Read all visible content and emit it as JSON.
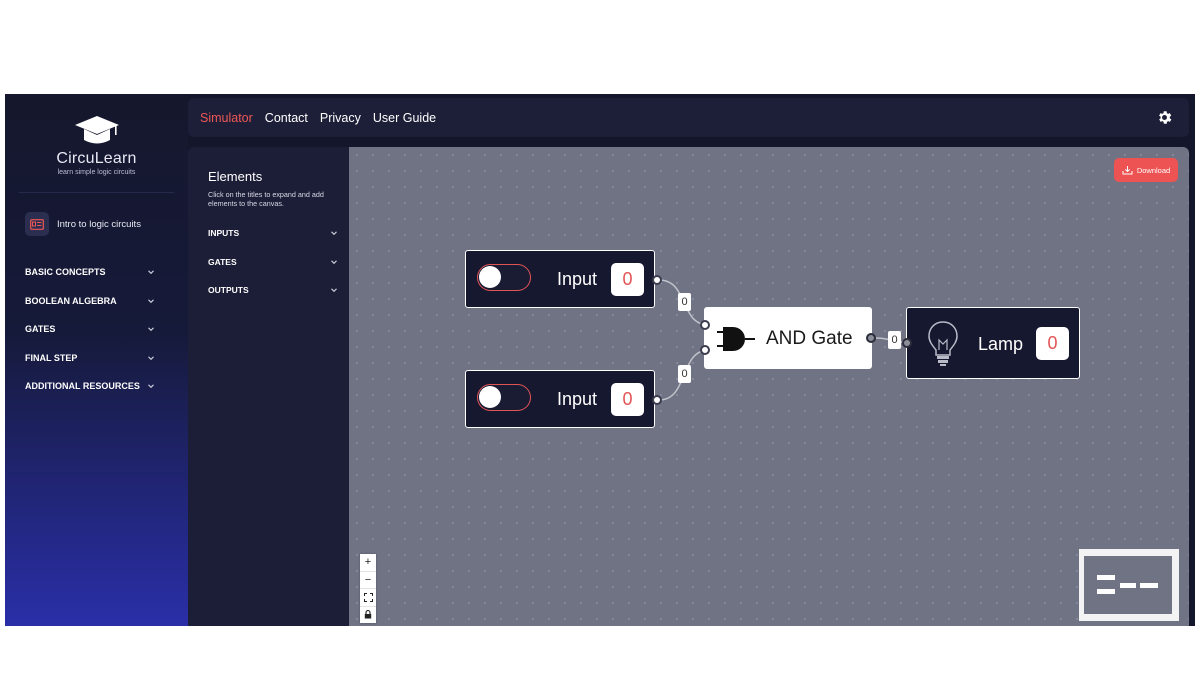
{
  "brand": {
    "name": "CircuLearn",
    "tagline": "learn simple logic circuits"
  },
  "sidebar": {
    "intro": "Intro to logic circuits",
    "items": [
      {
        "label": "BASIC CONCEPTS"
      },
      {
        "label": "BOOLEAN ALGEBRA"
      },
      {
        "label": "GATES"
      },
      {
        "label": "FINAL STEP"
      },
      {
        "label": "ADDITIONAL RESOURCES"
      }
    ]
  },
  "topnav": {
    "items": [
      "Simulator",
      "Contact",
      "Privacy",
      "User Guide"
    ],
    "active": "Simulator"
  },
  "elements_panel": {
    "title": "Elements",
    "description": "Click on the titles to expand and add elements to the canvas.",
    "sections": [
      "INPUTS",
      "GATES",
      "OUTPUTS"
    ]
  },
  "canvas": {
    "download_label": "Download",
    "nodes": {
      "input1": {
        "label": "Input",
        "value": "0"
      },
      "input2": {
        "label": "Input",
        "value": "0"
      },
      "and_gate": {
        "label": "AND Gate"
      },
      "lamp": {
        "label": "Lamp",
        "value": "0"
      }
    },
    "edges": {
      "e1": "0",
      "e2": "0",
      "e3": "0"
    },
    "controls": [
      "+",
      "−",
      "⛶",
      "🔒"
    ]
  },
  "colors": {
    "accent": "#ef5757",
    "node_dark": "#161830",
    "canvas_bg": "#6f7384",
    "sidebar_bg": "#15172c"
  }
}
